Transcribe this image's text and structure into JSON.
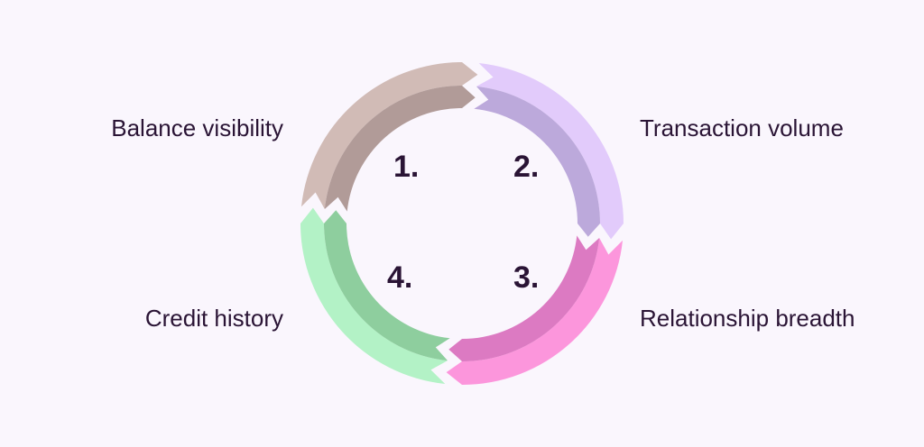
{
  "steps": [
    {
      "number": "1.",
      "label": "Balance visibility",
      "outer_color": "#d1bbb6",
      "inner_color": "#b19b98"
    },
    {
      "number": "2.",
      "label": "Transaction volume",
      "outer_color": "#e2cbfb",
      "inner_color": "#bca9db"
    },
    {
      "number": "3.",
      "label": "Relationship breadth",
      "outer_color": "#fc96dc",
      "inner_color": "#dc7ac2"
    },
    {
      "number": "4.",
      "label": "Credit history",
      "outer_color": "#b3f2c6",
      "inner_color": "#8ece9e"
    }
  ],
  "colors": {
    "background": "#faf6fd",
    "text": "#2a1435"
  }
}
